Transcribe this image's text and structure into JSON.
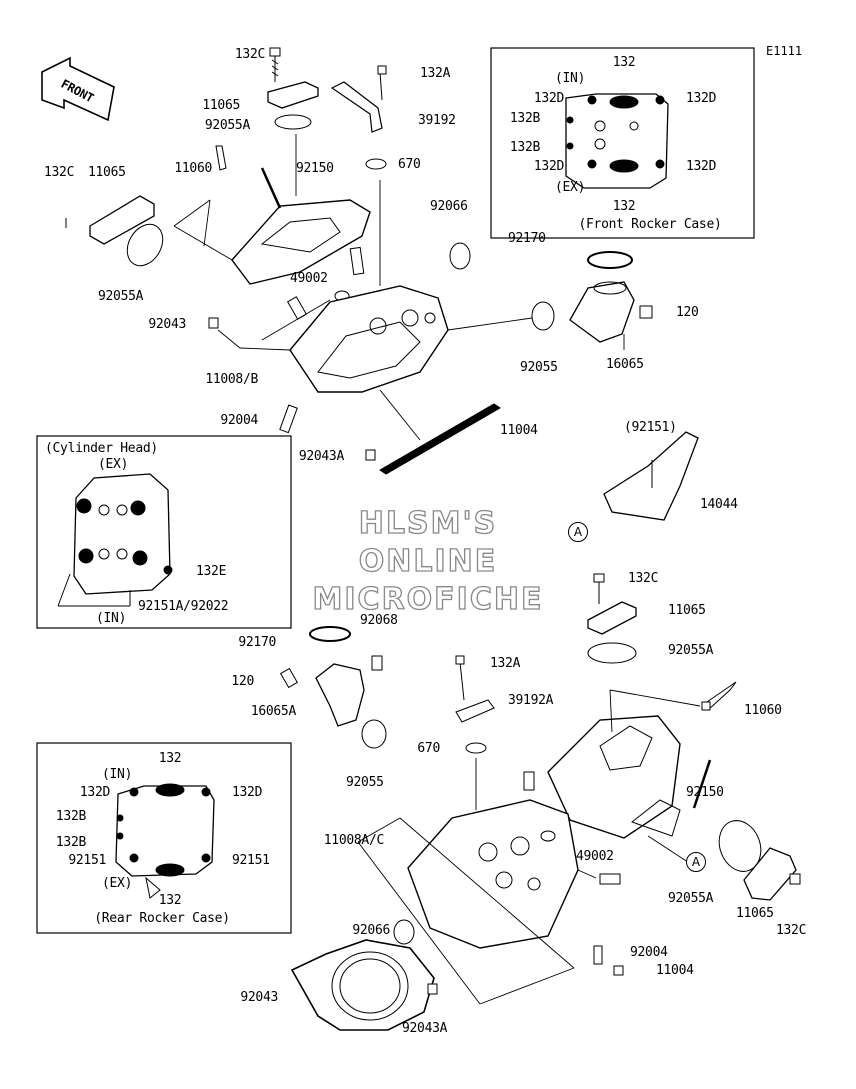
{
  "diagram_code": "E1111",
  "front_arrow_label": "FRONT",
  "watermark": [
    "HLSM'S",
    "ONLINE",
    "MICROFICHE"
  ],
  "inset_front_rocker": {
    "title": "(Front Rocker Case)",
    "in_label": "(IN)",
    "ex_label": "(EX)",
    "labels": [
      "132",
      "132D",
      "132D",
      "132B",
      "132B",
      "132D",
      "132D",
      "132"
    ]
  },
  "inset_cylinder_head": {
    "title": "(Cylinder Head)",
    "ex_label": "(EX)",
    "in_label": "(IN)",
    "labels": [
      "132E",
      "92151A/92022"
    ]
  },
  "inset_rear_rocker": {
    "title": "(Rear Rocker Case)",
    "in_label": "(IN)",
    "ex_label": "(EX)",
    "labels": [
      "132",
      "132D",
      "132D",
      "132B",
      "132B",
      "92151",
      "92151",
      "132"
    ]
  },
  "callout_letter": "A",
  "parts": [
    "132C",
    "132A",
    "11065",
    "39192",
    "92055A",
    "11060",
    "92150",
    "670",
    "132C",
    "11065",
    "92066",
    "92055A",
    "92170",
    "49002",
    "120",
    "92043",
    "16065",
    "92055",
    "11008/B",
    "92004",
    "11004",
    "92043A",
    "(92151)",
    "14044",
    "132C",
    "11065",
    "92170",
    "92068",
    "92055A",
    "120",
    "132A",
    "39192A",
    "16065A",
    "11060",
    "670",
    "92055",
    "92150",
    "11008A/C",
    "49002",
    "92055A",
    "11065",
    "132C",
    "92066",
    "92004",
    "11004",
    "92043",
    "92043A"
  ]
}
